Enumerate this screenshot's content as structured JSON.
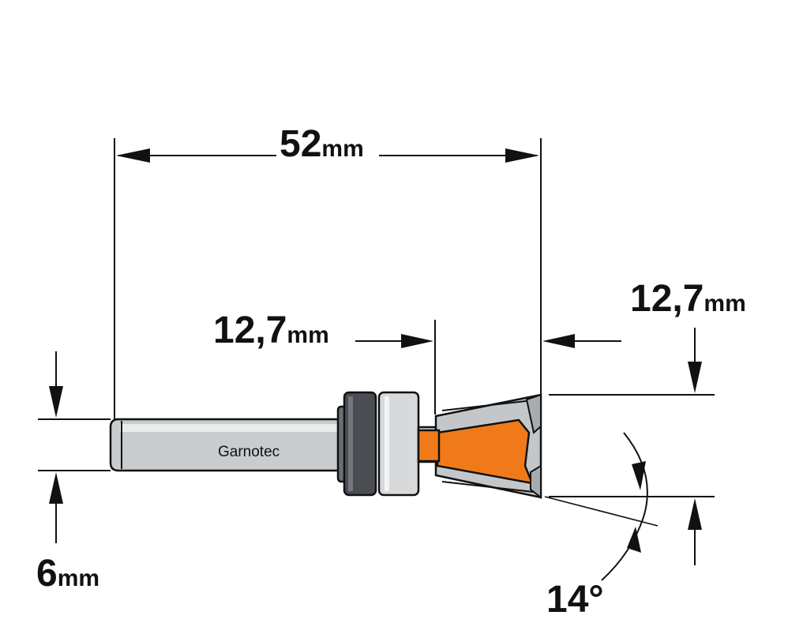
{
  "dimensions": {
    "total_length": {
      "value": "52",
      "unit": "mm"
    },
    "cutting_height": {
      "value": "12,7",
      "unit": "mm"
    },
    "cutting_diameter": {
      "value": "12,7",
      "unit": "mm"
    },
    "shank_diameter": {
      "value": "6",
      "unit": "mm"
    },
    "angle": {
      "value": "14°"
    }
  },
  "brand": "Garnotec",
  "colors": {
    "line": "#111111",
    "shank": "#c9ccce",
    "shank_highlight": "#e9ebec",
    "bearing_dark": "#4a4d52",
    "bearing_light": "#d7d9db",
    "cutter_orange": "#f07a1a",
    "cutter_steel": "#c4c7c9"
  }
}
